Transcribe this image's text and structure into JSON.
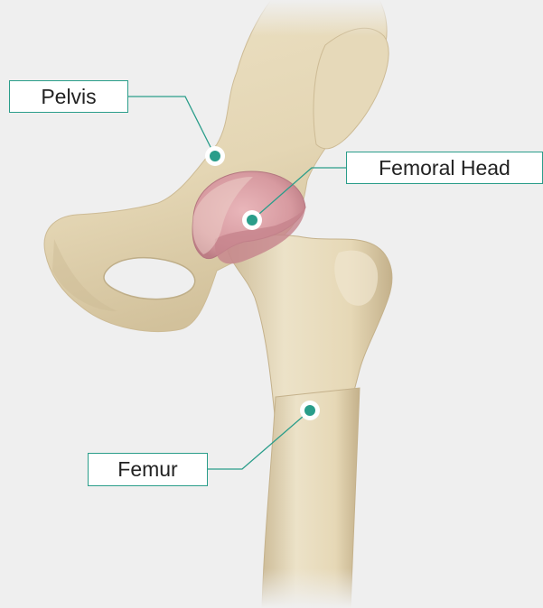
{
  "labels": {
    "pelvis": "Pelvis",
    "femoral_head": "Femoral Head",
    "femur": "Femur"
  },
  "colors": {
    "background": "#efefef",
    "bone": "#e7dabb",
    "bone_shadow": "#c7b58f",
    "cartilage": "#c98a92",
    "accent": "#2a9d8a"
  },
  "icons": {
    "marker": "teal-dot-icon"
  }
}
